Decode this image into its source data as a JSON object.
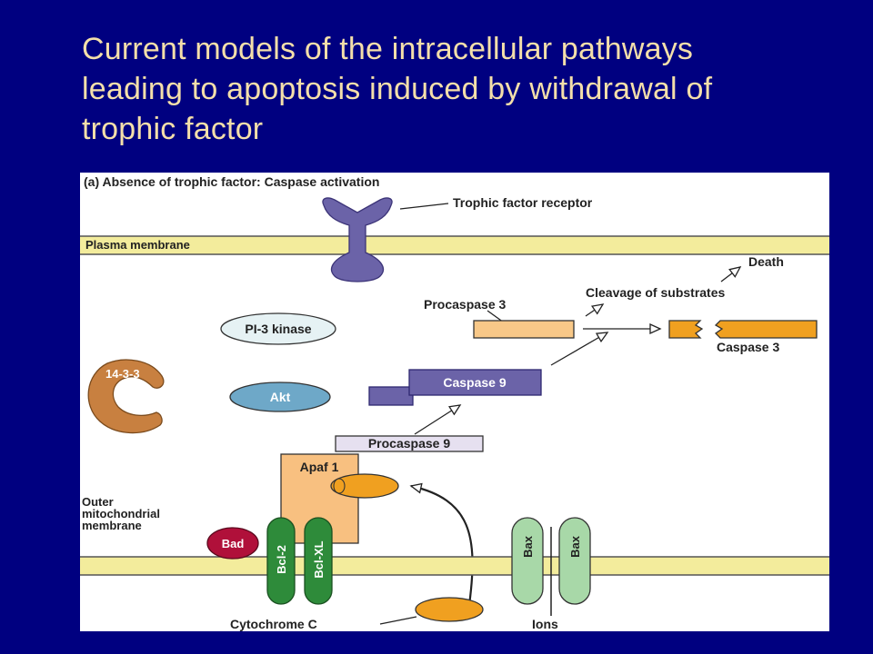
{
  "slide": {
    "title_lines": [
      "Current models of the intracellular pathways",
      "leading to apoptosis induced by withdrawal of",
      "trophic factor"
    ]
  },
  "diagram": {
    "panel_heading": "(a) Absence of trophic factor: Caspase activation",
    "labels": {
      "trophic_factor_receptor": "Trophic factor receptor",
      "plasma_membrane": "Plasma membrane",
      "death": "Death",
      "cleavage_of_substrates": "Cleavage of substrates",
      "procaspase3": "Procaspase 3",
      "caspase3": "Caspase 3",
      "pi3_kinase": "PI-3 kinase",
      "protein_14_3_3": "14-3-3",
      "akt": "Akt",
      "caspase9": "Caspase 9",
      "procaspase9": "Procaspase 9",
      "apaf1": "Apaf 1",
      "outer_membrane_line1": "Outer",
      "outer_membrane_line2": "mitochondrial",
      "outer_membrane_line3": "membrane",
      "bad": "Bad",
      "bcl2": "Bcl-2",
      "bclxl": "Bcl-XL",
      "bax_left": "Bax",
      "bax_right": "Bax",
      "cytochrome_c": "Cytochrome C",
      "ions": "Ions"
    },
    "colors": {
      "membrane": "#f3ec9c",
      "receptor": "#6b63a8",
      "caspase3": "#f0a020",
      "procaspase3": "#f8c888",
      "caspase9": "#6b63a8",
      "procaspase9": "#e6e0f0",
      "apaf1": "#f8c080",
      "cytochrome_c": "#f0a020",
      "bcl": "#2e8b3a",
      "bax": "#a8d8a8",
      "bad": "#b0103a",
      "akt": "#6ea8c8",
      "pi3": "#e6f2f4",
      "protein_14_3_3": "#c88040"
    }
  }
}
